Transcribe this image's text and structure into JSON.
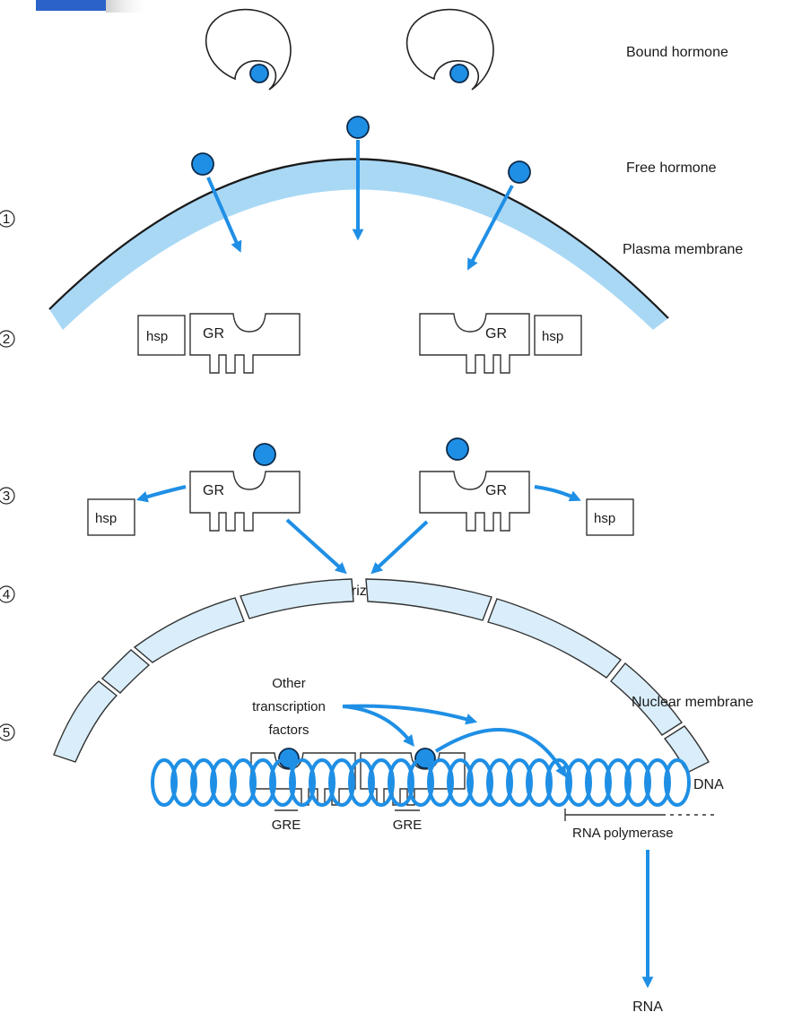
{
  "colors": {
    "accent": "#1f8fe5",
    "membrane_fill": "#a9d8f5",
    "nuclear_fill": "#d9eefa",
    "outline": "#333333"
  },
  "labels": {
    "bound_hormone": "Bound hormone",
    "free_hormone": "Free hormone",
    "plasma_membrane": "Plasma membrane",
    "dimerization": "Dimerization",
    "other_tf_1": "Other",
    "other_tf_2": "transcription",
    "other_tf_3": "factors",
    "nuclear_membrane": "Nuclear membrane",
    "dna": "DNA",
    "gre_left": "GRE",
    "gre_right": "GRE",
    "rna_polymerase": "RNA polymerase",
    "rna": "RNA"
  },
  "receptor": {
    "gr": "GR",
    "hsp": "hsp"
  },
  "steps": [
    "1",
    "2",
    "3",
    "4",
    "5"
  ]
}
